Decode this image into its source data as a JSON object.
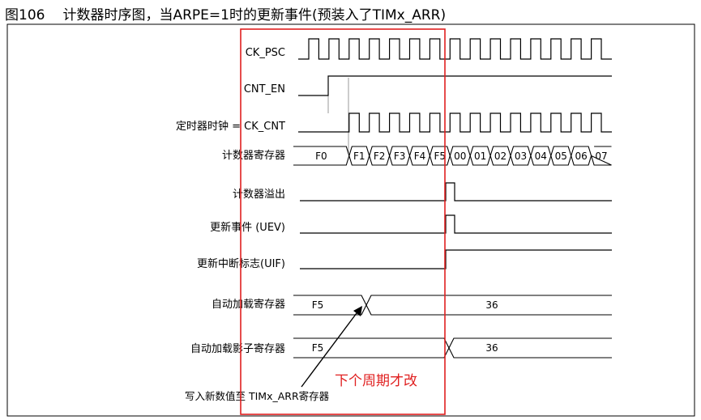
{
  "caption": {
    "figure_number": "图106",
    "title": "计数器时序图，当ARPE=1时的更新事件(预装入了TIMx_ARR)"
  },
  "signals": {
    "ck_psc": "CK_PSC",
    "cnt_en": "CNT_EN",
    "ck_cnt": "定时器时钟 = CK_CNT",
    "counter_register": "计数器寄存器",
    "counter_overflow": "计数器溢出",
    "update_event": "更新事件 (UEV)",
    "update_interrupt_flag": "更新中断标志(UIF)",
    "auto_reload_register": "自动加载寄存器",
    "auto_reload_shadow_register": "自动加载影子寄存器"
  },
  "counter_values": [
    "F0",
    "F1",
    "F2",
    "F3",
    "F4",
    "F5",
    "00",
    "01",
    "02",
    "03",
    "04",
    "05",
    "06",
    "07"
  ],
  "auto_reload_values": {
    "before": "F5",
    "after": "36"
  },
  "shadow_values": {
    "before": "F5",
    "after": "36"
  },
  "write_note": "写入新数值至 TIMx_ARR寄存器",
  "red_note": "下个周期才改",
  "colors": {
    "highlight": "#e02020",
    "line": "#000000",
    "guide": "#9a9a9a"
  }
}
